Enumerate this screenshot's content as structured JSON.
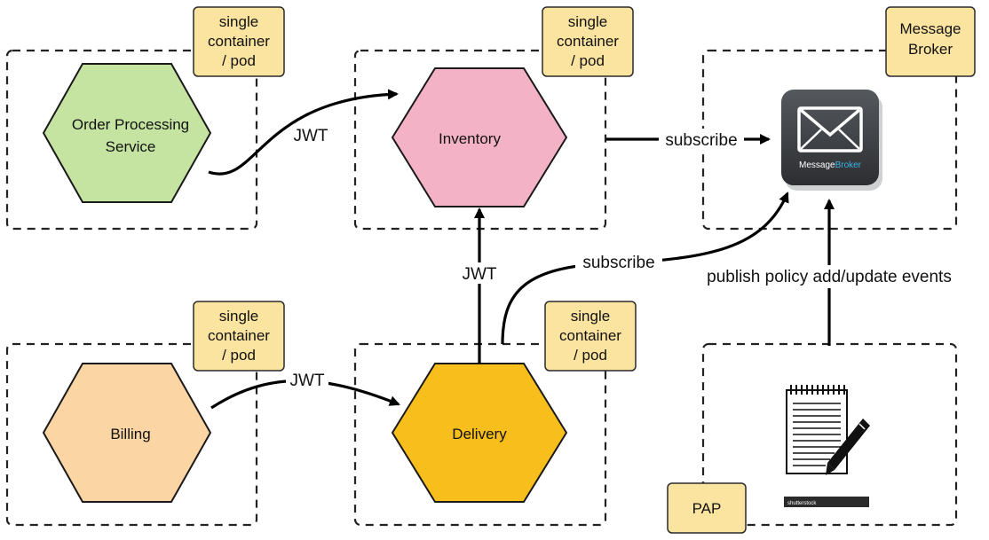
{
  "colors": {
    "order_processing": "#c5e3a1",
    "inventory": "#f4b2c6",
    "billing": "#fbd6a4",
    "delivery": "#f8be1c",
    "note_fill": "#fbe4a0",
    "note_stroke": "#2a2a2a",
    "edge": "#000000",
    "broker_icon_bg": "#3f4246",
    "broker_accent": "#3ab3e6"
  },
  "nodes": {
    "order_processing": {
      "line1": "Order Processing",
      "line2": "Service"
    },
    "inventory": {
      "label": "Inventory"
    },
    "billing": {
      "label": "Billing"
    },
    "delivery": {
      "label": "Delivery"
    }
  },
  "notes": {
    "order_pod": {
      "line1": "single",
      "line2": "container",
      "line3": "/ pod"
    },
    "inventory_pod": {
      "line1": "single",
      "line2": "container",
      "line3": "/ pod"
    },
    "billing_pod": {
      "line1": "single",
      "line2": "container",
      "line3": "/ pod"
    },
    "delivery_pod": {
      "line1": "single",
      "line2": "container",
      "line3": "/ pod"
    },
    "message_broker": {
      "line1": "Message",
      "line2": "Broker"
    },
    "pap": {
      "label": "PAP"
    }
  },
  "broker_icon": {
    "text_main": "Message",
    "text_accent": "Broker",
    "icon": "envelope-icon"
  },
  "pap_icon": {
    "icon": "notepad-pen-icon",
    "caption": "shutterstock"
  },
  "edges": {
    "order_to_inventory": "JWT",
    "billing_to_delivery": "JWT",
    "delivery_to_inventory": "JWT",
    "inventory_subscribe": "subscribe",
    "delivery_subscribe": "subscribe",
    "pap_publish": "publish policy add/update events"
  }
}
